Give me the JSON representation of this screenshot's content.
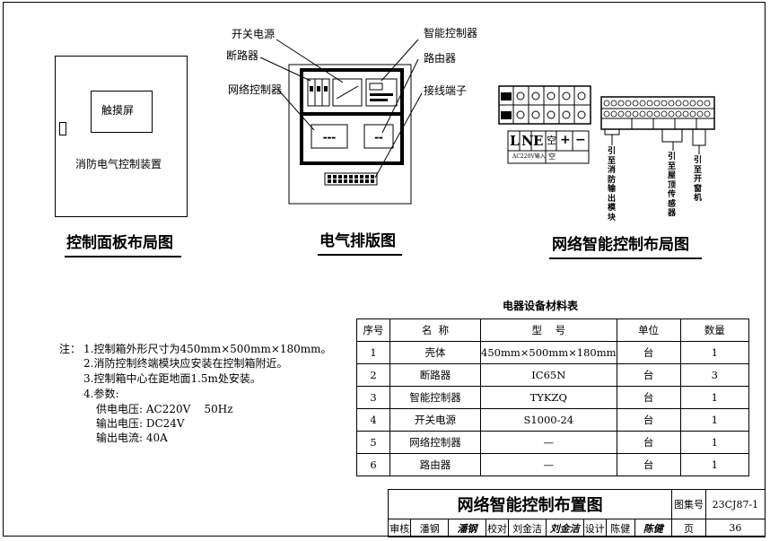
{
  "panel_layout": {
    "screen_label": "触摸屏",
    "device_label": "消防电气控制装置",
    "title": "控制面板布局图"
  },
  "electrical_layout": {
    "title": "电气排版图",
    "labels": {
      "switch_power": "开关电源",
      "breaker": "断路器",
      "network_controller": "网络控制器",
      "smart_controller": "智能控制器",
      "router": "路由器",
      "terminal": "接线端子"
    }
  },
  "network_layout": {
    "title": "网络智能控制布局图",
    "terminal_letters": [
      "L",
      "N",
      "E",
      "空",
      "+",
      "−"
    ],
    "terminal_sub_power": "AC220V输入",
    "terminal_sub_empty": "空",
    "leads": [
      "引至消防输出模块",
      "引至屋顶传感器",
      "引至开窗机"
    ]
  },
  "notes": {
    "prefix": "注：",
    "items": [
      "1.控制箱外形尺寸为450mm×500mm×180mm。",
      "2.消防控制终端模块应安装在控制箱附近。",
      "3.控制箱中心在距地面1.5m处安装。",
      "4.参数:"
    ],
    "params": [
      "供电电压: AC220V    50Hz",
      "输出电压: DC24V",
      "输出电流: 40A"
    ]
  },
  "material_table": {
    "title": "电器设备材料表",
    "headers": [
      "序号",
      "名  称",
      "型    号",
      "单位",
      "数量"
    ],
    "rows": [
      [
        "1",
        "壳体",
        "450mm×500mm×180mm",
        "台",
        "1"
      ],
      [
        "2",
        "断路器",
        "IC65N",
        "台",
        "3"
      ],
      [
        "3",
        "智能控制器",
        "TYKZQ",
        "台",
        "1"
      ],
      [
        "4",
        "开关电源",
        "S1000-24",
        "台",
        "1"
      ],
      [
        "5",
        "网络控制器",
        "—",
        "台",
        "1"
      ],
      [
        "6",
        "路由器",
        "—",
        "台",
        "1"
      ]
    ]
  },
  "title_block": {
    "drawing_title": "网络智能控制布置图",
    "atlas_label": "图集号",
    "atlas_no": "23CJ87-1",
    "review_label": "审核",
    "reviewer": "潘钢",
    "check_label": "校对",
    "checker": "刘金洁",
    "design_label": "设计",
    "designer": "陈健",
    "page_label": "页",
    "page_no": "36"
  }
}
